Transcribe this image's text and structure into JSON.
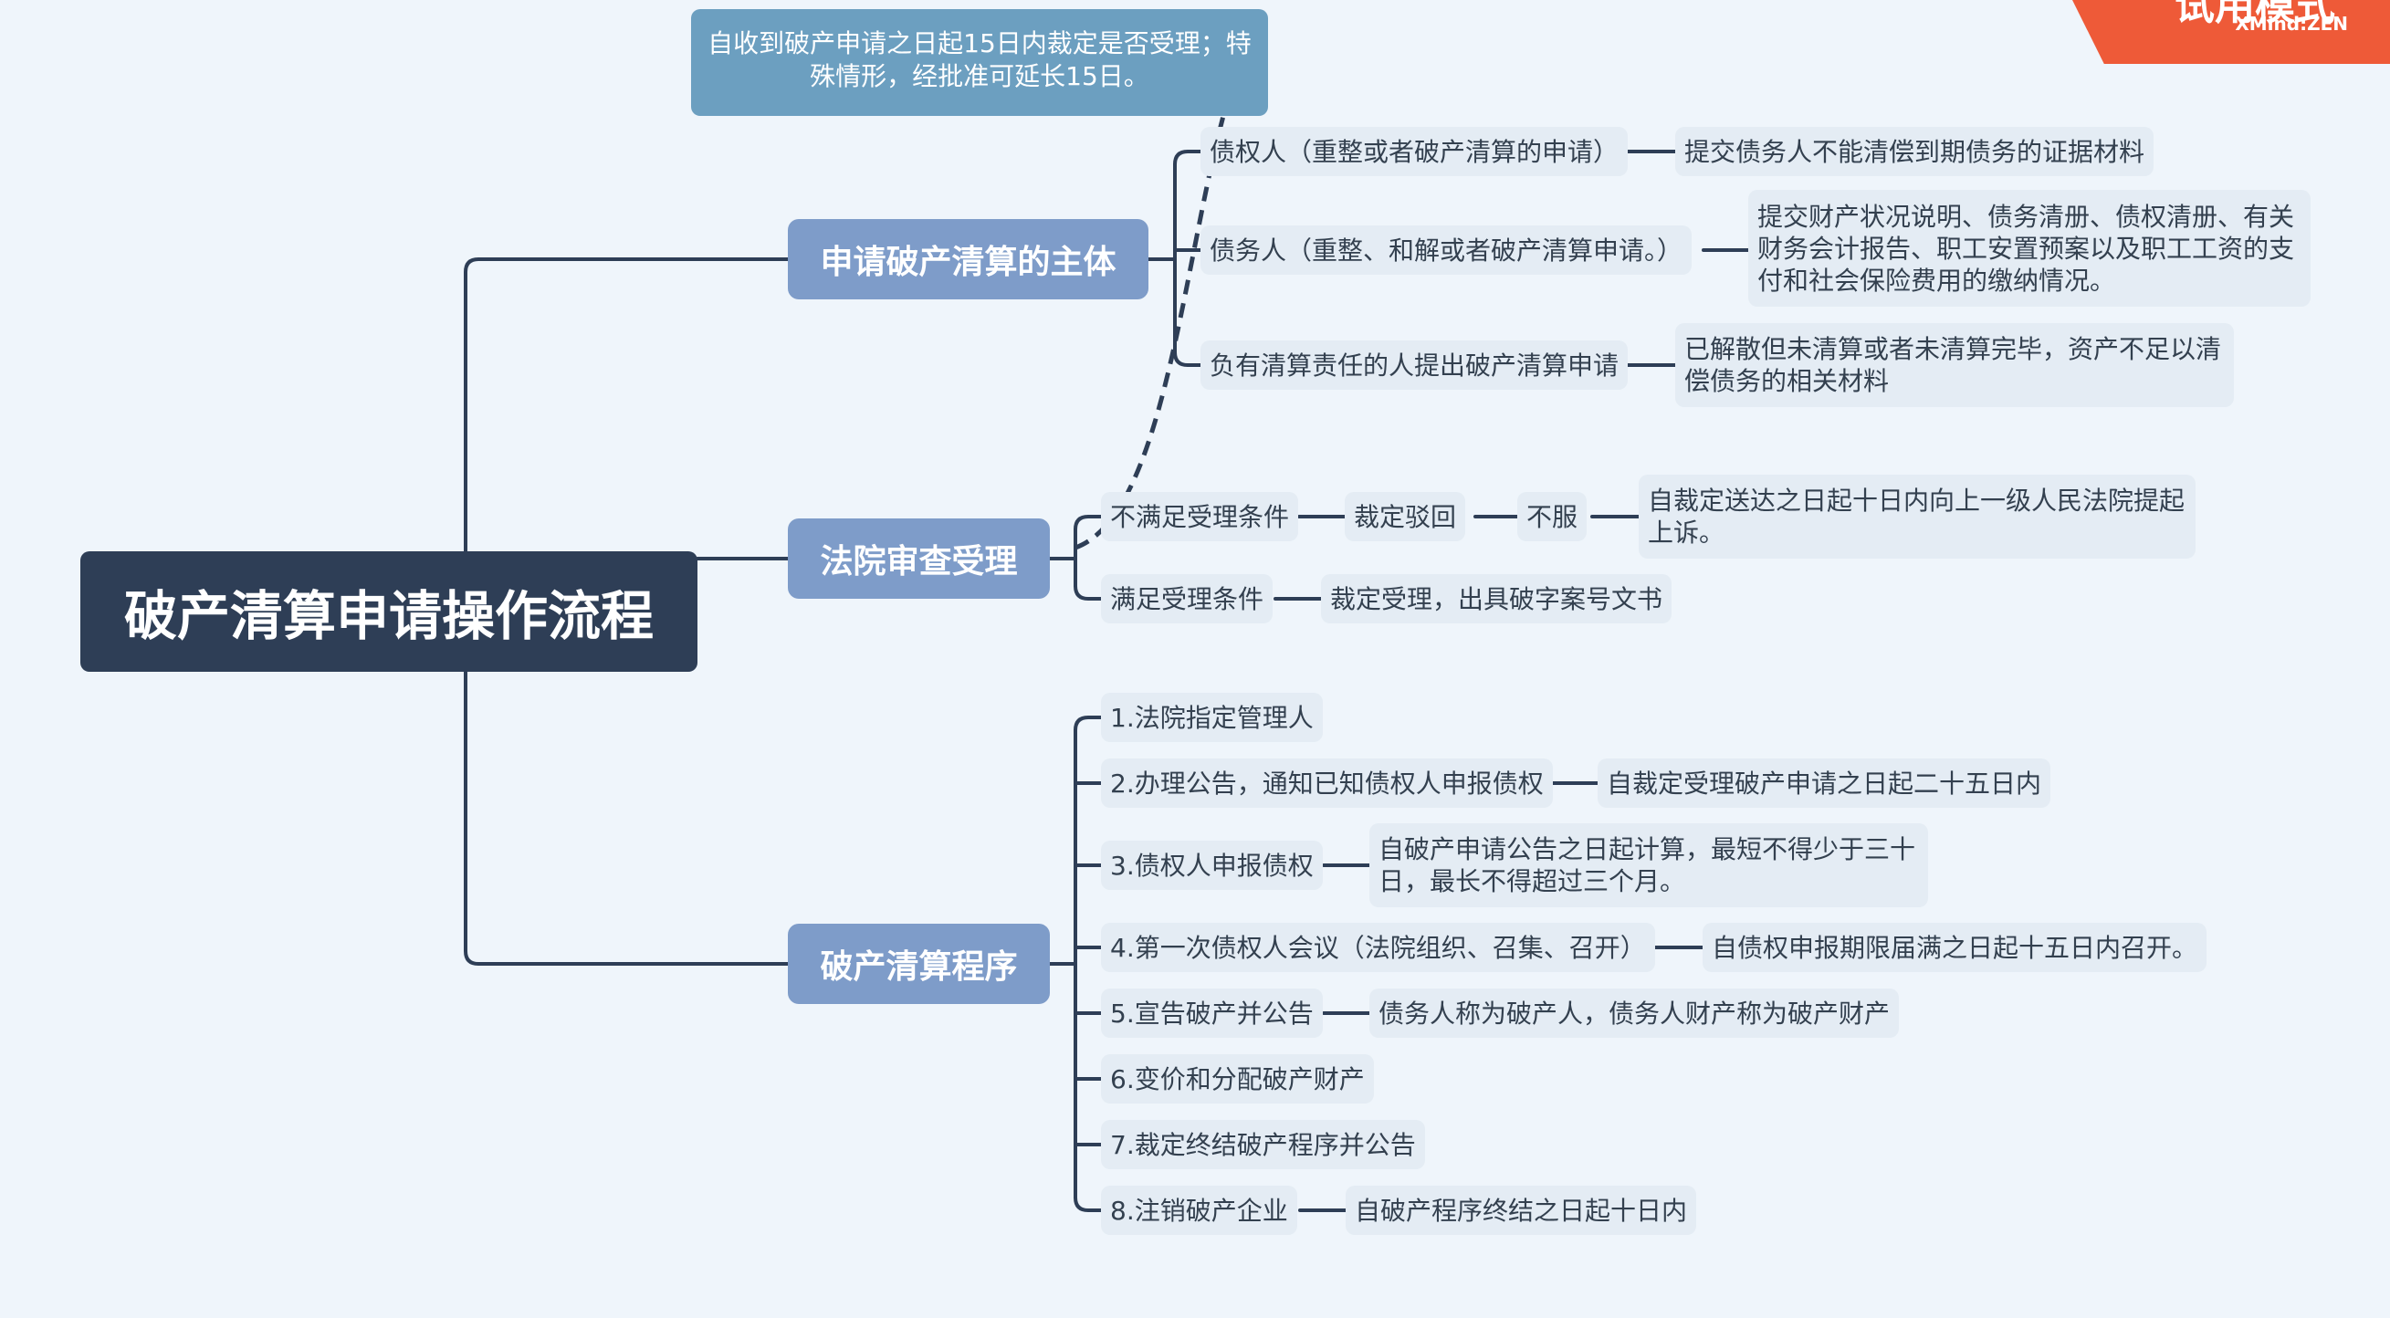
{
  "root": {
    "title": "破产清算申请操作流程"
  },
  "callout": {
    "text": "自收到破产申请之日起15日内裁定是否受理；特殊情形，经批准可延长15日。"
  },
  "brand": {
    "top": "试用模式",
    "sub": "XMind:ZEN"
  },
  "branches": {
    "subject": {
      "label": "申请破产清算的主体",
      "items": [
        {
          "label": "债权人（重整或者破产清算的申请）",
          "detail": "提交债务人不能清偿到期债务的证据材料"
        },
        {
          "label": "债务人（重整、和解或者破产清算申请。）",
          "detail": "提交财产状况说明、债务清册、债权清册、有关财务会计报告、职工安置预案以及职工工资的支付和社会保险费用的缴纳情况。"
        },
        {
          "label": "负有清算责任的人提出破产清算申请",
          "detail": "已解散但未清算或者未清算完毕，资产不足以清偿债务的相关材料"
        }
      ]
    },
    "review": {
      "label": "法院审查受理",
      "unmet": {
        "label": "不满足受理条件",
        "reject": "裁定驳回",
        "objection": "不服",
        "appeal": "自裁定送达之日起十日内向上一级人民法院提起上诉。"
      },
      "met": {
        "label": "满足受理条件",
        "accept": "裁定受理，出具破字案号文书"
      }
    },
    "procedure": {
      "label": "破产清算程序",
      "steps": [
        {
          "label": "1.法院指定管理人"
        },
        {
          "label": "2.办理公告，通知已知债权人申报债权",
          "detail": "自裁定受理破产申请之日起二十五日内"
        },
        {
          "label": "3.债权人申报债权",
          "detail": "自破产申请公告之日起计算，最短不得少于三十日，最长不得超过三个月。"
        },
        {
          "label": "4.第一次债权人会议（法院组织、召集、召开）",
          "detail": "自债权申报期限届满之日起十五日内召开。"
        },
        {
          "label": "5.宣告破产并公告",
          "detail": "债务人称为破产人，债务人财产称为破产财产"
        },
        {
          "label": "6.变价和分配破产财产"
        },
        {
          "label": "7.裁定终结破产程序并公告"
        },
        {
          "label": "8.注销破产企业",
          "detail": "自破产程序终结之日起十日内"
        }
      ]
    }
  }
}
